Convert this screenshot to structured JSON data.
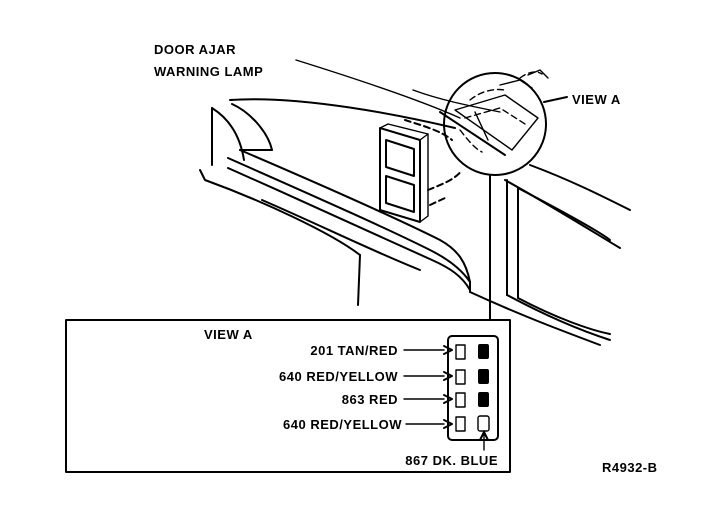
{
  "callouts": {
    "door_ajar_line1": "DOOR AJAR",
    "door_ajar_line2": "WARNING LAMP",
    "view_a": "VIEW A"
  },
  "inset": {
    "title": "VIEW A",
    "wires": [
      {
        "label": "201 TAN/RED"
      },
      {
        "label": "640 RED/YELLOW"
      },
      {
        "label": "863 RED"
      },
      {
        "label": "640 RED/YELLOW"
      }
    ],
    "bottom_wire_label": "867 DK. BLUE"
  },
  "figure_id": "R4932-B",
  "colors": {
    "ink": "#000000",
    "paper": "#ffffff"
  }
}
